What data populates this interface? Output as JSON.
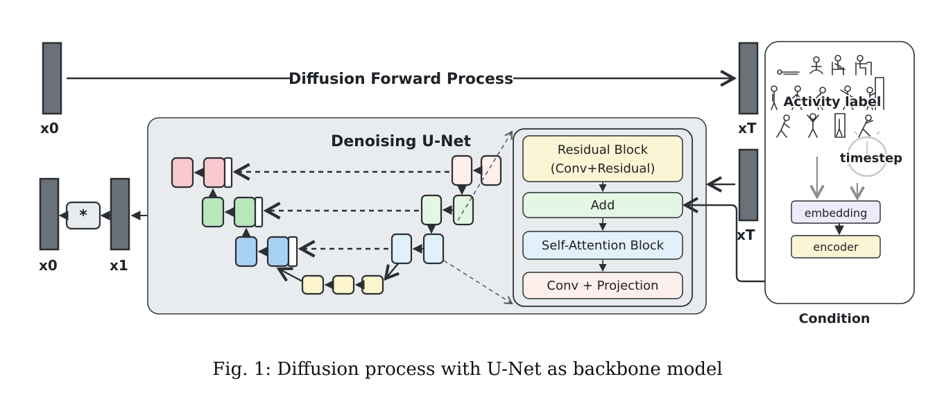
{
  "title_forward": "Diffusion Forward Process",
  "unet_title": "Denoising U-Net",
  "labels": {
    "x0_top": "x0",
    "xT_top": "xT",
    "x0_bottom": "x0",
    "x1_bottom": "x1",
    "xT_mid": "xT",
    "star": "*"
  },
  "block_detail": {
    "residual_line1": "Residual Block",
    "residual_line2": "(Conv+Residual)",
    "add": "Add",
    "self_attention": "Self-Attention Block",
    "conv_projection": "Conv + Projection"
  },
  "condition": {
    "activity_label": "Activity label",
    "timestep": "timestep",
    "embedding": "embedding",
    "encoder": "encoder",
    "title": "Condition"
  },
  "caption": "Fig. 1: Diffusion process with U-Net as backbone model",
  "colors": {
    "pink": "#f8c9cd",
    "green": "#b8e8b9",
    "blue": "#a9d0f5",
    "yellow": "#fcf4cc",
    "residual_fill": "#fbf5d6",
    "add_fill": "#e4f6e4",
    "attention_fill": "#e2f0fa",
    "conv_fill": "#fcefec",
    "embedding_fill": "#efeafb",
    "encoder_fill": "#fbf5d6",
    "panel_fill": "#e9ecef",
    "bar_fill": "#6b7178"
  }
}
